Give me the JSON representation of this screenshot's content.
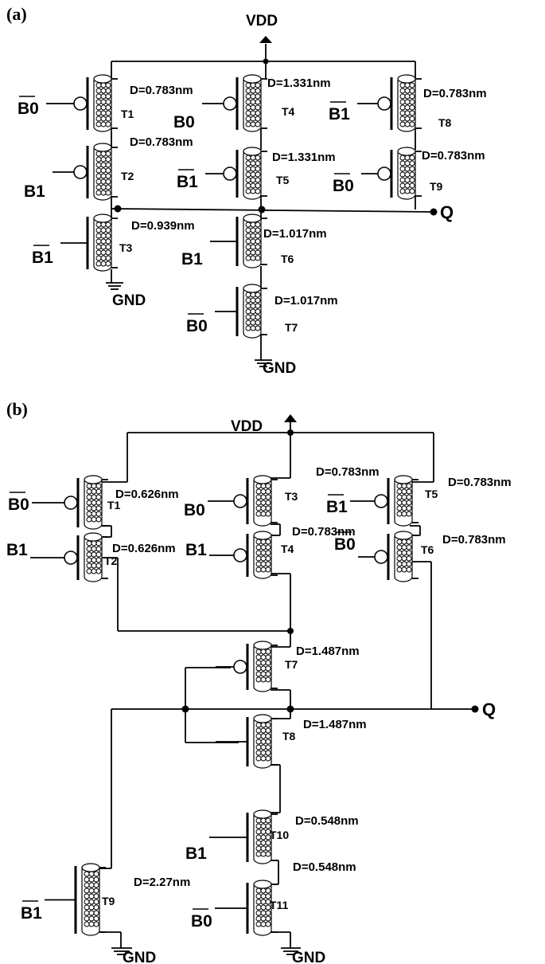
{
  "panels": [
    {
      "label": "(a)",
      "vdd": "VDD",
      "gnd_labels": [
        "GND",
        "GND"
      ],
      "output": "Q",
      "transistors": [
        {
          "name": "T1",
          "input": "B0",
          "input_bar": true,
          "p_type": true,
          "diameter": "D=0.783nm"
        },
        {
          "name": "T2",
          "input": "B1",
          "input_bar": false,
          "p_type": true,
          "diameter": "D=0.783nm"
        },
        {
          "name": "T3",
          "input": "B1",
          "input_bar": true,
          "p_type": false,
          "diameter": "D=0.939nm"
        },
        {
          "name": "T4",
          "input": "B0",
          "input_bar": false,
          "p_type": true,
          "diameter": "D=1.331nm"
        },
        {
          "name": "T5",
          "input": "B1",
          "input_bar": true,
          "p_type": true,
          "diameter": "D=1.331nm"
        },
        {
          "name": "T6",
          "input": "B1",
          "input_bar": false,
          "p_type": false,
          "diameter": "D=1.017nm"
        },
        {
          "name": "T7",
          "input": "B0",
          "input_bar": true,
          "p_type": false,
          "diameter": "D=1.017nm"
        },
        {
          "name": "T8",
          "input": "B1",
          "input_bar": true,
          "p_type": true,
          "diameter": "D=0.783nm"
        },
        {
          "name": "T9",
          "input": "B0",
          "input_bar": true,
          "p_type": true,
          "diameter": "D=0.783nm"
        }
      ]
    },
    {
      "label": "(b)",
      "vdd": "VDD",
      "gnd_labels": [
        "GND",
        "GND"
      ],
      "output": "Q",
      "transistors": [
        {
          "name": "T1",
          "input": "B0",
          "input_bar": true,
          "p_type": true,
          "diameter": "D=0.626nm"
        },
        {
          "name": "T2",
          "input": "B1",
          "input_bar": false,
          "p_type": true,
          "diameter": "D=0.626nm"
        },
        {
          "name": "T3",
          "input": "B0",
          "input_bar": false,
          "p_type": true,
          "diameter": ""
        },
        {
          "name": "T4",
          "input": "B1",
          "input_bar": false,
          "p_type": true,
          "diameter": "D=0.783nm"
        },
        {
          "name": "T5",
          "input": "B1",
          "input_bar": true,
          "p_type": true,
          "diameter": "D=0.783nm"
        },
        {
          "name": "T6",
          "input": "B0",
          "input_bar": true,
          "p_type": true,
          "diameter": "D=0.783nm"
        },
        {
          "name": "T7",
          "input": "",
          "input_bar": false,
          "p_type": true,
          "diameter": "D=1.487nm"
        },
        {
          "name": "T8",
          "input": "",
          "input_bar": false,
          "p_type": false,
          "diameter": "D=1.487nm"
        },
        {
          "name": "T9",
          "input": "B1",
          "input_bar": true,
          "p_type": false,
          "diameter": "D=2.27nm"
        },
        {
          "name": "T10",
          "input": "B1",
          "input_bar": false,
          "p_type": false,
          "diameter": "D=0.548nm"
        },
        {
          "name": "T11",
          "input": "B0",
          "input_bar": true,
          "p_type": false,
          "diameter": "D=0.548nm"
        }
      ],
      "extra_labels": [
        "D=0.783nm"
      ]
    }
  ]
}
